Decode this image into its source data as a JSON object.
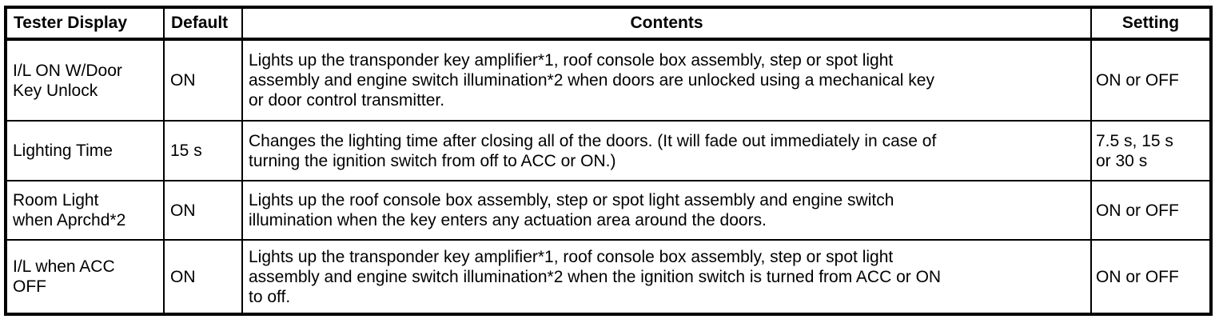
{
  "colors": {
    "border": "#000000",
    "text": "#000000",
    "background": "#ffffff"
  },
  "table": {
    "headers": {
      "tester_display": "Tester Display",
      "default": "Default",
      "contents": "Contents",
      "setting": "Setting"
    },
    "rows": [
      {
        "tester_display": "I/L ON W/Door\nKey Unlock",
        "default": "ON",
        "contents": "Lights up the transponder key amplifier*1, roof console box assembly, step or spot light\nassembly and engine switch illumination*2 when doors are unlocked using a mechanical key\nor door control transmitter.",
        "setting": "ON or OFF"
      },
      {
        "tester_display": "Lighting Time",
        "default": "15 s",
        "contents": "Changes the lighting time after closing all of the doors. (It will fade out immediately in case of\nturning the ignition switch from off to ACC or ON.)",
        "setting": "7.5 s, 15 s\nor 30 s"
      },
      {
        "tester_display": "Room Light\nwhen Aprchd*2",
        "default": "ON",
        "contents": "Lights up the roof console box assembly, step or spot light assembly and engine switch\nillumination when the key enters any actuation area around the doors.",
        "setting": "ON or OFF"
      },
      {
        "tester_display": "I/L when ACC\nOFF",
        "default": "ON",
        "contents": "Lights up the transponder key amplifier*1, roof console box assembly, step or spot light\nassembly and engine switch illumination*2 when the ignition switch is turned from ACC or ON\nto off.",
        "setting": "ON or OFF"
      }
    ]
  }
}
